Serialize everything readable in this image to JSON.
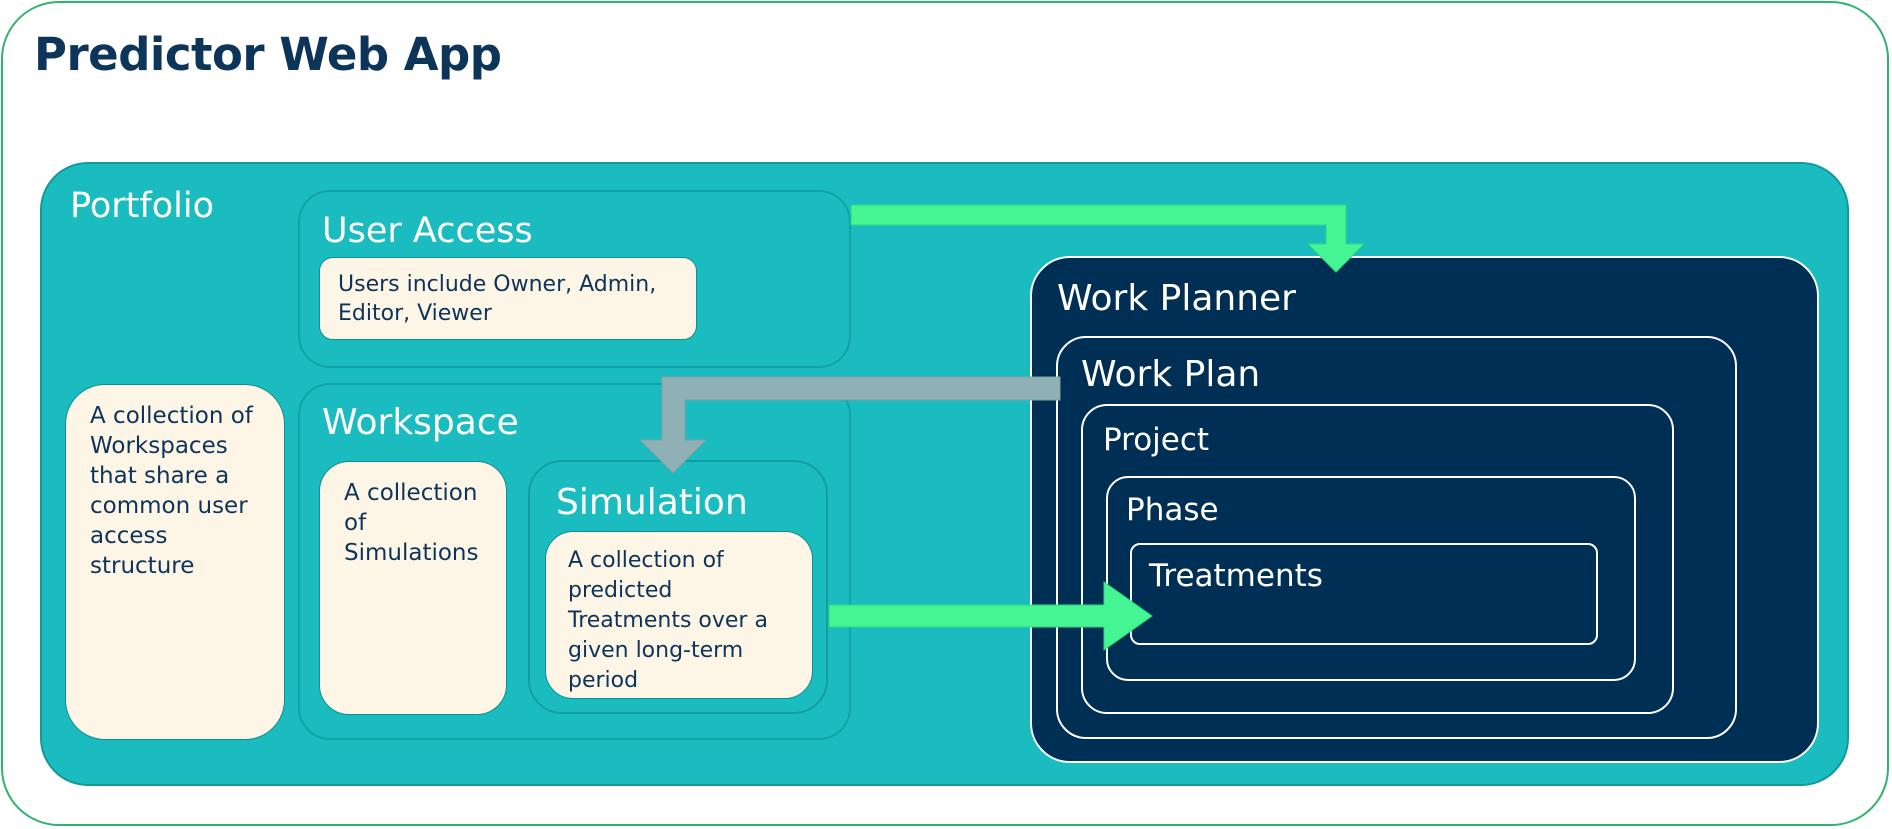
{
  "title": "Predictor Web App",
  "portfolio": {
    "label": "Portfolio",
    "description": "A collection of Workspaces that share a common user access structure"
  },
  "user_access": {
    "label": "User Access",
    "description": "Users include Owner, Admin, Editor, Viewer"
  },
  "workspace": {
    "label": "Workspace",
    "description": "A collection of Simulations"
  },
  "simulation": {
    "label": "Simulation",
    "description": "A collection of predicted Treatments over a given long-term period"
  },
  "work_planner": {
    "label": "Work Planner",
    "work_plan": "Work Plan",
    "project": "Project",
    "phase": "Phase",
    "treatments": "Treatments"
  },
  "colors": {
    "teal": "#1abcbf",
    "navy": "#002f55",
    "cream": "#fdf5e6",
    "green_arrow": "#45f594",
    "grey_arrow": "#8fb0b4",
    "title": "#0d3459"
  }
}
